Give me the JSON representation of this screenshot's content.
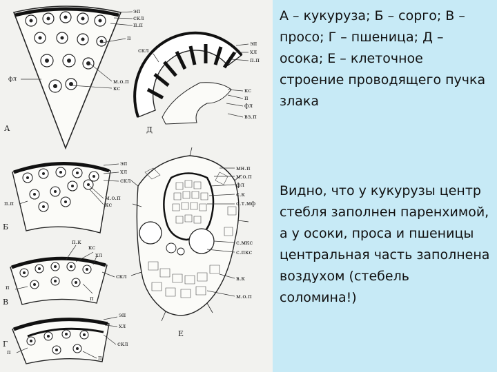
{
  "text_panel": {
    "caption": "А – кукуруза; Б – сорго; В – просо; Г – пшеница; Д – осока; Е – клеточное строение проводящего пучка злака",
    "description": "Видно, что у кукурузы центр стебля заполнен паренхимой, а у осоки, проса и пшеницы центральная часть заполнена воздухом (стебель соломина!)"
  },
  "figure": {
    "panel_letters": [
      "А",
      "Б",
      "В",
      "Г",
      "Д",
      "Е"
    ],
    "labels_a": [
      "эп",
      "скл",
      "п.п",
      "п",
      "фл",
      "м.о.п",
      "кс"
    ],
    "labels_b": [
      "эп",
      "хл",
      "скл",
      "п.п",
      "м.о.п",
      "кс"
    ],
    "labels_v": [
      "п.к",
      "кс",
      "хл",
      "п",
      "скл",
      "п"
    ],
    "labels_g": [
      "эп",
      "хл",
      "скл",
      "п",
      "п"
    ],
    "labels_d": [
      "эп",
      "хл",
      "скл",
      "п.п",
      "кс",
      "п",
      "фл",
      "вз.п"
    ],
    "labels_e": [
      "мн.п",
      "м.о.п",
      "фл",
      "с.к",
      "с.т.мф",
      "с.мкс",
      "с.пкс",
      "в.к",
      "м.о.п"
    ]
  }
}
